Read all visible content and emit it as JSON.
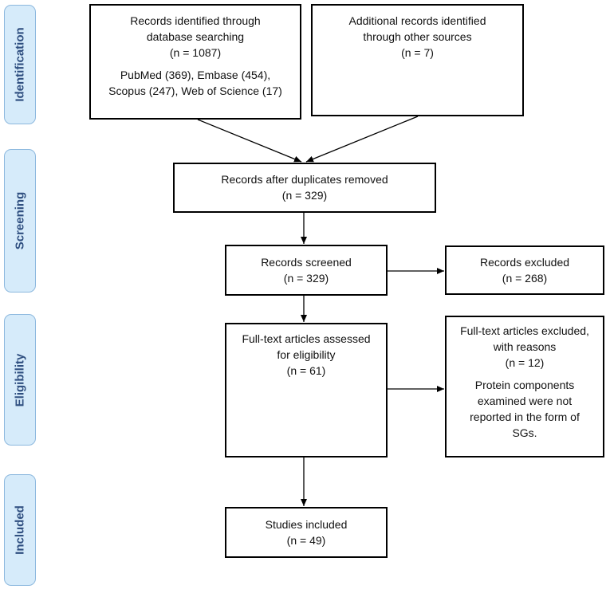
{
  "stages": {
    "identification": "Identification",
    "screening": "Screening",
    "eligibility": "Eligibility",
    "included": "Included"
  },
  "boxes": {
    "database_search": {
      "line1": "Records identified through",
      "line2": "database searching",
      "count": "(n = 1087)",
      "detail1": "PubMed (369), Embase (454),",
      "detail2": "Scopus (247), Web of Science (17)"
    },
    "other_sources": {
      "line1": "Additional records identified",
      "line2": "through other sources",
      "count": "(n = 7)"
    },
    "after_duplicates": {
      "line1": "Records after duplicates removed",
      "count": "(n = 329)"
    },
    "screened": {
      "line1": "Records screened",
      "count": "(n = 329)"
    },
    "excluded": {
      "line1": "Records excluded",
      "count": "(n = 268)"
    },
    "fulltext_assessed": {
      "line1": "Full-text articles assessed",
      "line2": "for eligibility",
      "count": "(n = 61)"
    },
    "fulltext_excluded": {
      "line1": "Full-text articles excluded,",
      "line2": "with reasons",
      "count": "(n = 12)",
      "reason1": "Protein components",
      "reason2": "examined were not",
      "reason3": "reported in the form of",
      "reason4": "SGs."
    },
    "included": {
      "line1": "Studies included",
      "count": "(n = 49)"
    }
  },
  "colors": {
    "stage_fill": "#d6ebfa",
    "stage_border": "#8cb8de",
    "stage_text": "#2f4f80",
    "box_border": "#000000"
  }
}
